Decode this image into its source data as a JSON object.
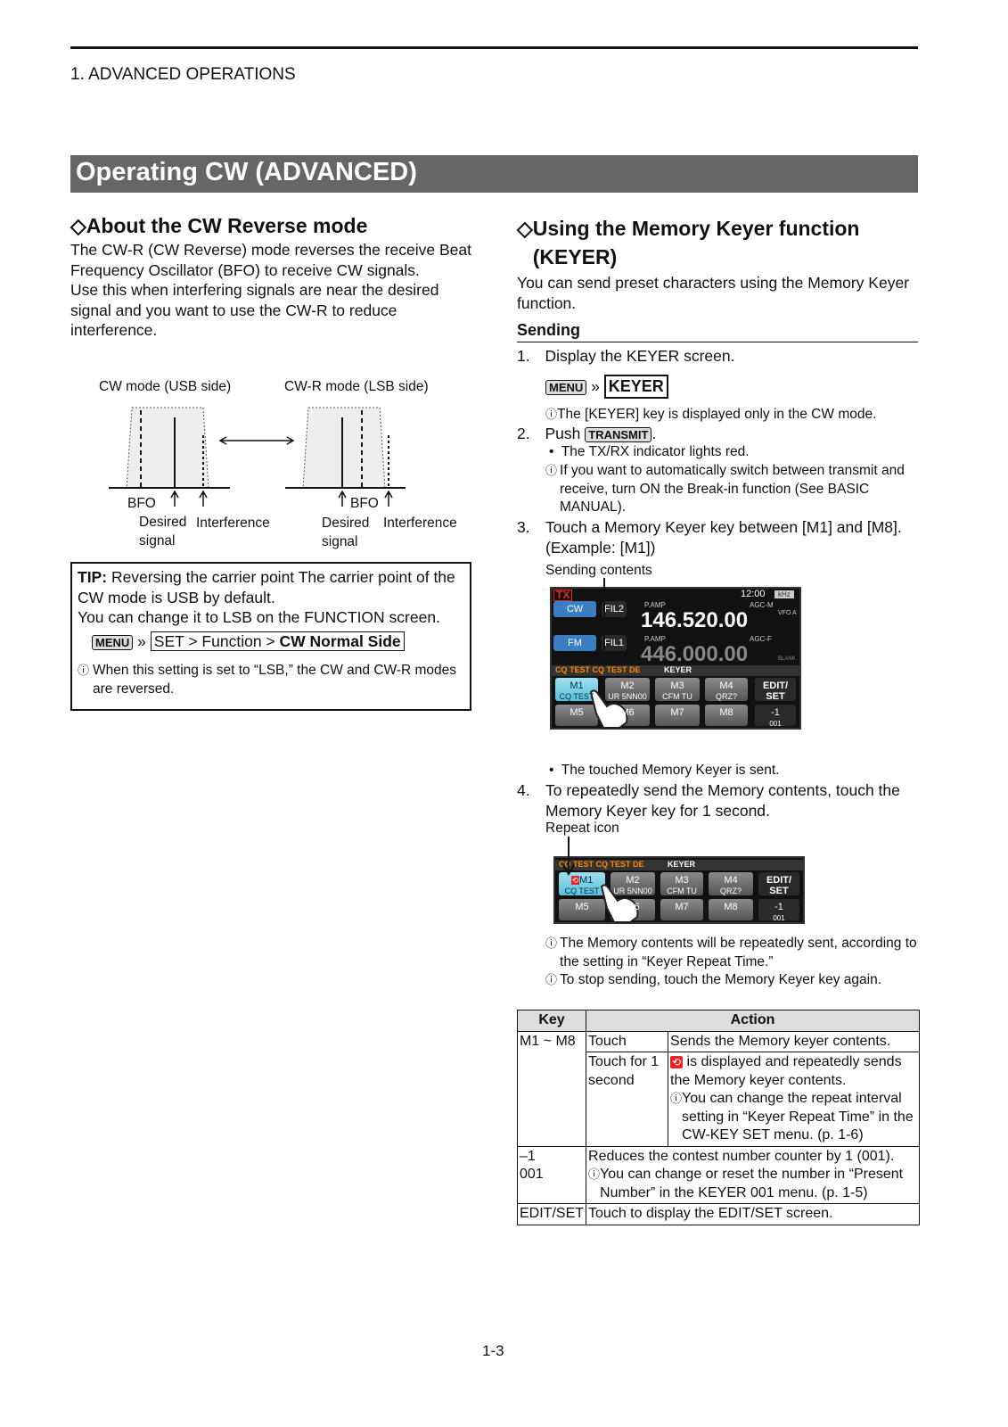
{
  "header": {
    "chapter": "1. ADVANCED OPERATIONS"
  },
  "banner": "Operating CW (ADVANCED)",
  "left": {
    "title": "About the CW Reverse mode",
    "para1": "The CW-R (CW Reverse) mode reverses the receive Beat Frequency Oscillator (BFO) to receive CW signals.",
    "para2": "Use this when interfering signals are near the desired signal and you want to use the CW-R to reduce interference.",
    "diagram": {
      "usb_label": "CW mode (USB side)",
      "lsb_label": "CW-R mode (LSB side)",
      "bfo": "BFO",
      "desired": "Desired signal",
      "interference": "Interference"
    },
    "tip": {
      "bold": "TIP:",
      "text": "Reversing the carrier point The carrier point of the CW mode is USB by default.",
      "text2": "You can change it to LSB on the FUNCTION screen.",
      "menu_key": "MENU",
      "sep": "»",
      "path": "SET > Function > ",
      "path_bold": "CW Normal Side",
      "note": "When this setting is set to “LSB,” the CW and CW-R modes are reversed."
    }
  },
  "right": {
    "title": "Using the Memory Keyer function (KEYER)",
    "intro": "You can send preset characters using the Memory Keyer function.",
    "sending": "Sending",
    "steps": [
      {
        "n": "1.",
        "text": "Display the KEYER screen."
      },
      {
        "n": "2.",
        "text": "Push",
        "key": "TRANSMIT"
      },
      {
        "n": "3.",
        "text": "Touch a Memory Keyer key between [M1] and [M8]. (Example: [M1])"
      },
      {
        "n": "4.",
        "text": "To repeatedly send the Memory contents, touch the Memory Keyer key for 1 second."
      }
    ],
    "menu_key": "MENU",
    "sep": "»",
    "keyer_key": "KEYER",
    "note1": "The [KEYER] key is displayed only in the CW mode.",
    "bullet1": "The TX/RX indicator lights red.",
    "note2": "If you want to automatically switch between transmit and receive, turn ON the Break-in function (See BASIC MANUAL).",
    "sending_contents": "Sending contents",
    "bullet2": "The touched Memory Keyer is sent.",
    "repeat_icon": "Repeat icon",
    "note3": "The Memory contents will be repeatedly sent, according to the setting in “Keyer Repeat Time.”",
    "note4": "To stop sending, touch the Memory Keyer key again.",
    "screen": {
      "tx": "TX",
      "time": "12:00",
      "khz": "kHz",
      "mode1": "CW",
      "fil1": "FIL2",
      "freq1": "146.520.00",
      "mode2": "FM",
      "fil2": "FIL1",
      "freq2": "446.000.00",
      "pamp": "P.AMP",
      "agcm": "AGC-M",
      "agcf": "AGC-F",
      "vfoa": "VFO A",
      "blank": "BLANK",
      "cq": "CQ TEST CQ TEST DE",
      "keyer": "KEYER",
      "buttons": [
        {
          "l1": "M1",
          "l2": "CQ TEST"
        },
        {
          "l1": "M2",
          "l2": "UR 5NN00"
        },
        {
          "l1": "M3",
          "l2": "CFM TU"
        },
        {
          "l1": "M4",
          "l2": "QRZ?"
        },
        {
          "l1": "EDIT/",
          "l2": "SET"
        },
        {
          "l1": "M5",
          "l2": ""
        },
        {
          "l1": "M6",
          "l2": ""
        },
        {
          "l1": "M7",
          "l2": ""
        },
        {
          "l1": "M8",
          "l2": ""
        },
        {
          "l1": "-1",
          "l2": "001"
        }
      ]
    }
  },
  "table": {
    "headers": [
      "Key",
      "Action"
    ],
    "rows": {
      "m": {
        "key": "M1 ~ M8",
        "touch": "Touch",
        "touch_action": "Sends the Memory keyer contents.",
        "hold": "Touch for 1 second",
        "hold_action": "is displayed and repeatedly sends the Memory keyer contents.",
        "hold_note": "You can change the repeat interval setting in “Keyer Repeat Time” in the CW-KEY SET menu. (p. 1-6)"
      },
      "minus": {
        "key1": "–1",
        "key2": "001",
        "action": "Reduces the contest number counter by 1 (001).",
        "note": "You can change or reset the number in “Present Number” in the KEYER 001 menu. (p. 1-5)"
      },
      "edit": {
        "key": "EDIT/SET",
        "action": "Touch to display the EDIT/SET screen."
      }
    }
  },
  "footer": {
    "page": "1-3"
  }
}
